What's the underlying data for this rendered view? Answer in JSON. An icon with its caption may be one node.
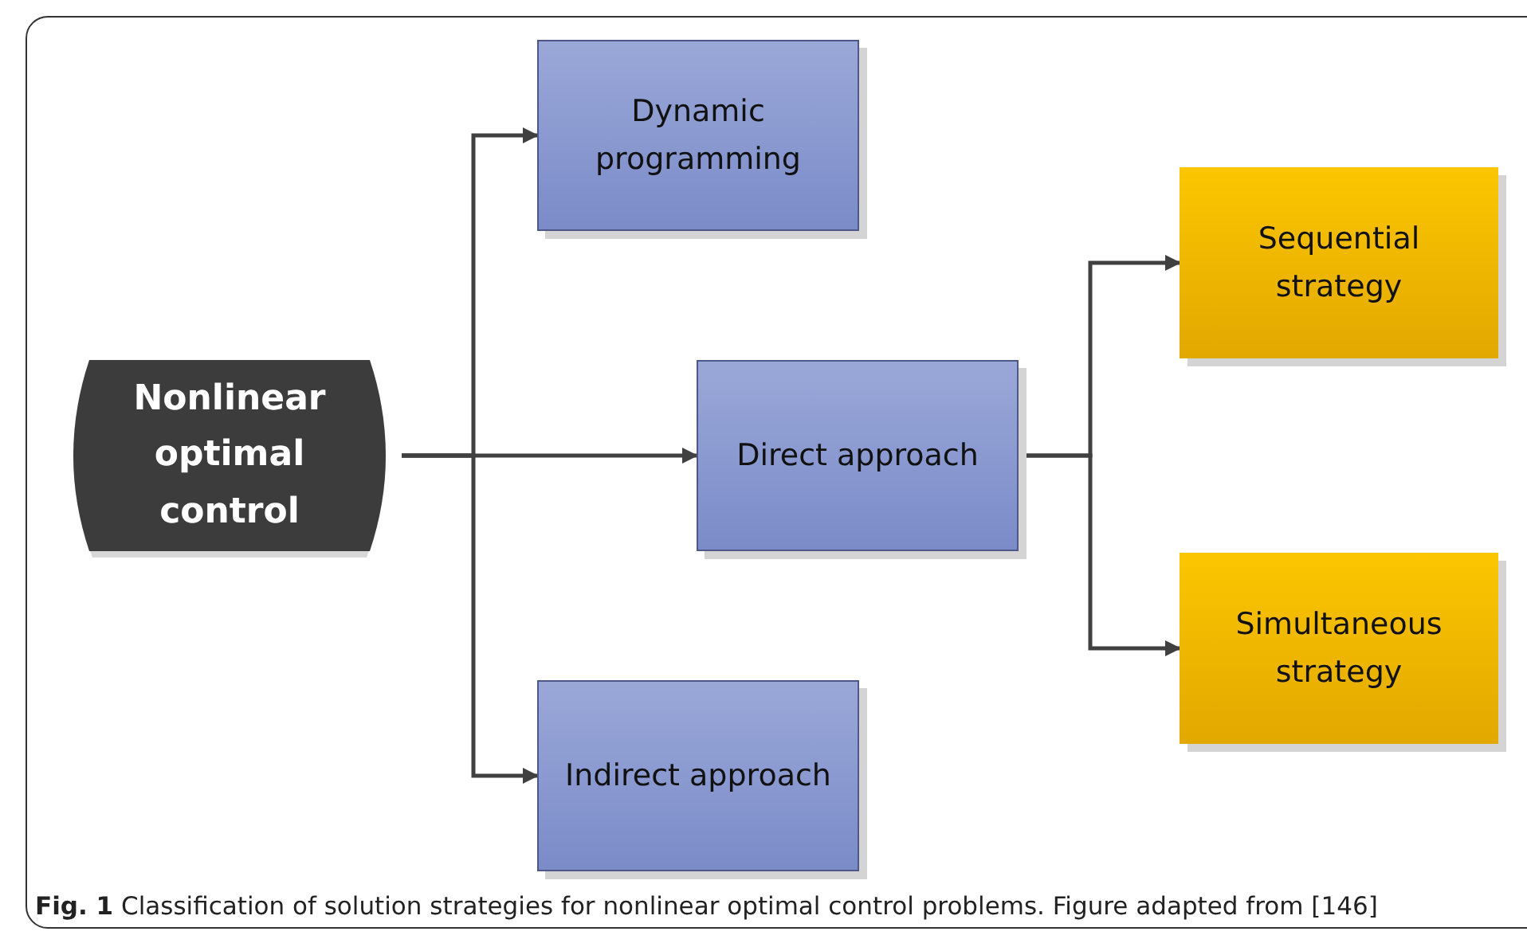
{
  "diagram": {
    "caption": "**Fig. 1** Classification of solution strategies for nonlinear optimal control problems. Figure adapted from [146]",
    "nodes": [
      {
        "text": [
          "Nonlinear optimal control"
        ]
      },
      {
        "text": [
          "Dynamic programming"
        ]
      },
      {
        "text": [
          "Direct approach"
        ]
      },
      {
        "text": [
          "Indirect approach"
        ]
      },
      {
        "text": [
          "Sequential strategy"
        ]
      },
      {
        "text": [
          "Simultaneous strategy"
        ]
      }
    ],
    "edges": [
      {
        "from": 0,
        "to": 1,
        "arrow": "to"
      },
      {
        "from": 0,
        "to": 2,
        "arrow": "to"
      },
      {
        "from": 0,
        "to": 3,
        "arrow": "to"
      },
      {
        "from": 2,
        "to": 4,
        "arrow": "to"
      },
      {
        "from": 2,
        "to": 5,
        "arrow": "to"
      }
    ]
  }
}
